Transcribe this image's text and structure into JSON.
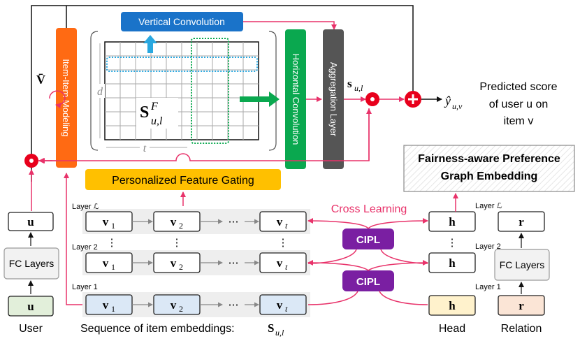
{
  "title_labels": {
    "vertical_conv": "Vertical Convolution",
    "item_item": "Item-Item Modeling",
    "horizontal_conv": "Horizontal Convolution",
    "aggregation": "Aggregation Layer",
    "pfg": "Personalized Feature Gating",
    "fairness_line1": "Fairness-aware Preference",
    "fairness_line2": "Graph Embedding",
    "cross_learning": "Cross Learning",
    "cipl_top": "CIPL",
    "cipl_bottom": "CIPL",
    "fc_left": "FC Layers",
    "fc_right": "FC Layers",
    "predicted_line1": "Predicted score",
    "predicted_line2": "of user u on",
    "predicted_line3": "item v"
  },
  "matrix": {
    "main_symbol": "S",
    "superscript": "F",
    "subscript": "u,l",
    "d_label": "d",
    "t_label": "t"
  },
  "math": {
    "vbar": "V̄",
    "s_ul": "s",
    "s_ul_sub": "u,l",
    "yhat": "ŷ",
    "yhat_sub": "u,v"
  },
  "nodes": {
    "u": "u",
    "h": "h",
    "r": "r",
    "v": "v",
    "dots": "⋯",
    "vdots": "⋮"
  },
  "layers": {
    "top": "Layer ℒ",
    "mid": "Layer 2",
    "bottom": "Layer 1",
    "head_top": "Layer ℒ",
    "head_mid": "Layer 2",
    "head_bottom": "Layer 1"
  },
  "bottom_labels": {
    "user": "User",
    "sequence": "Sequence of item embeddings: ",
    "sequence_math": "S",
    "sequence_math_sub": "u,l",
    "head": "Head",
    "relation": "Relation"
  },
  "colors": {
    "pink": "#e8326a",
    "orange": "#ff6a13",
    "green": "#0aa84f",
    "darkgray": "#555555",
    "blue": "#1a73c9",
    "gold": "#ffc000",
    "purple": "#7a1fa2",
    "red": "#e8001c",
    "lightblue": "#dbe8f6",
    "lightgreen": "#e2efda",
    "lightyellow": "#fff2cc",
    "lightpeach": "#fbe5d6"
  }
}
